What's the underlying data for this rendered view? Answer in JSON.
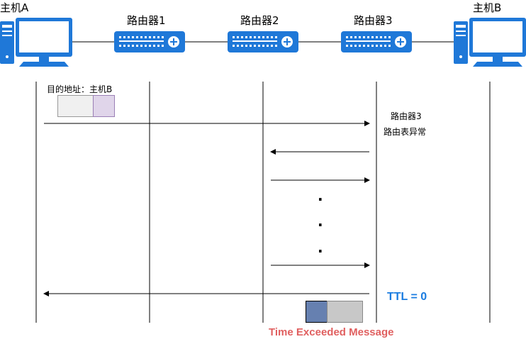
{
  "nodes": {
    "host_a": "主机A",
    "router1": "路由器1",
    "router2": "路由器2",
    "router3": "路由器3",
    "host_b": "主机B"
  },
  "packet": {
    "dest_label": "目的地址：主机B"
  },
  "router3_note": {
    "line1": "路由器3",
    "line2": "路由表异常"
  },
  "dots": ".",
  "ttl_label": "TTL = 0",
  "time_exceeded_label": "Time Exceeded Message",
  "colors": {
    "device_blue": "#1f78d8",
    "packet_header": "#f0f0f0",
    "packet_payload": "#e0d5ea",
    "icmp_header": "#6680b0",
    "icmp_payload": "#c8c8c8",
    "ttl_text": "#1a7ce0",
    "message_text": "#e06060"
  }
}
